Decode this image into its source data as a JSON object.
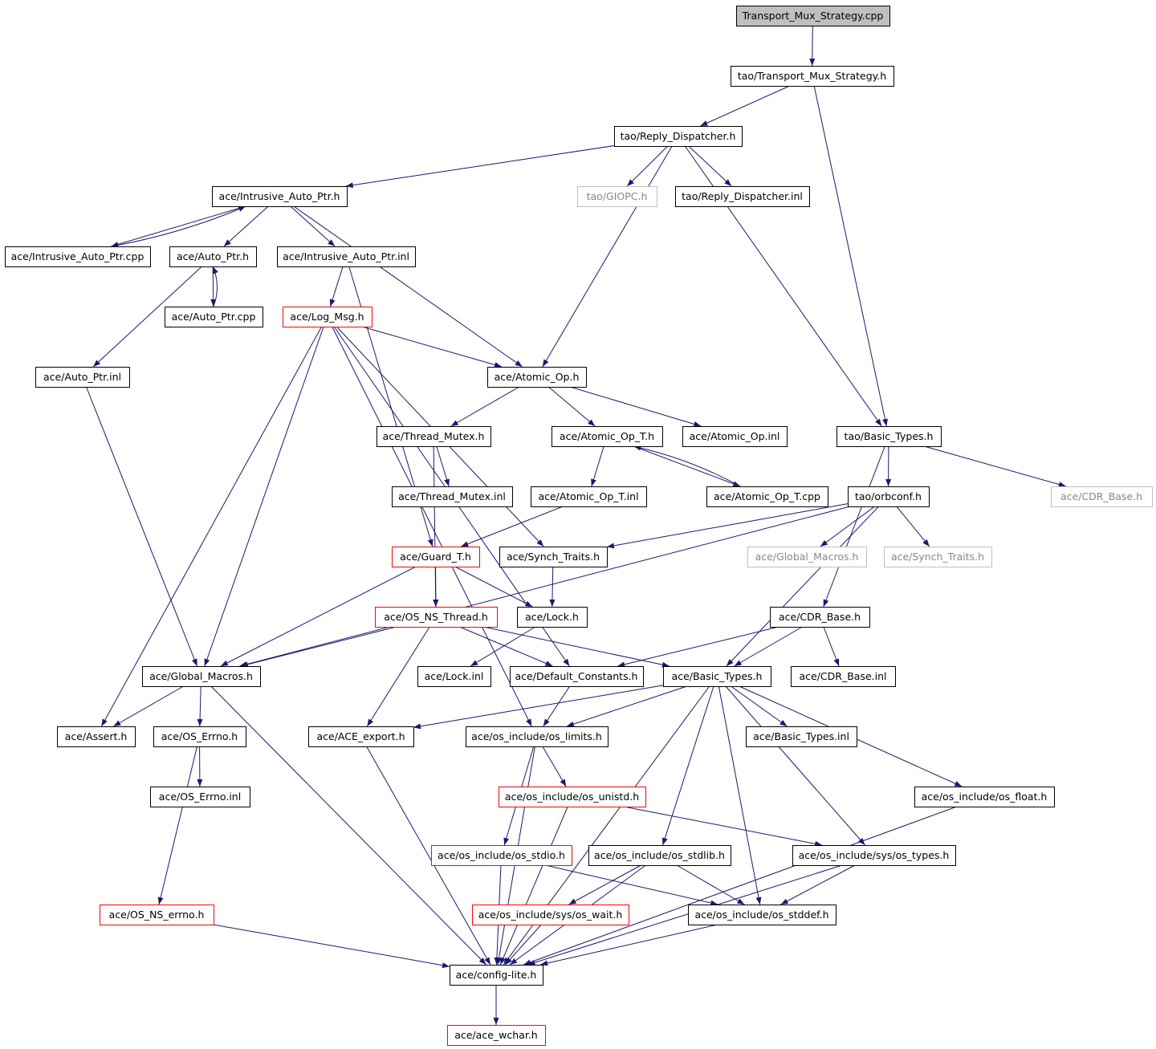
{
  "graph": {
    "colors": {
      "edge": "#191970",
      "root_fill": "#bfbfbf",
      "red_border": "#ff0000",
      "gray_border": "#bfbfbf"
    },
    "nodes": [
      {
        "id": "root",
        "label": "Transport_Mux_Strategy.cpp",
        "style": "root"
      },
      {
        "id": "tms",
        "label": "tao/Transport_Mux_Strategy.h",
        "style": "normal"
      },
      {
        "id": "rd",
        "label": "tao/Reply_Dispatcher.h",
        "style": "normal"
      },
      {
        "id": "iap",
        "label": "ace/Intrusive_Auto_Ptr.h",
        "style": "normal"
      },
      {
        "id": "giopc",
        "label": "tao/GIOPC.h",
        "style": "gray"
      },
      {
        "id": "rdi",
        "label": "tao/Reply_Dispatcher.inl",
        "style": "normal"
      },
      {
        "id": "iapcpp",
        "label": "ace/Intrusive_Auto_Ptr.cpp",
        "style": "normal"
      },
      {
        "id": "ap",
        "label": "ace/Auto_Ptr.h",
        "style": "normal"
      },
      {
        "id": "iapinl",
        "label": "ace/Intrusive_Auto_Ptr.inl",
        "style": "normal"
      },
      {
        "id": "apcpp",
        "label": "ace/Auto_Ptr.cpp",
        "style": "normal"
      },
      {
        "id": "logmsg",
        "label": "ace/Log_Msg.h",
        "style": "red"
      },
      {
        "id": "apinl",
        "label": "ace/Auto_Ptr.inl",
        "style": "normal"
      },
      {
        "id": "atomic",
        "label": "ace/Atomic_Op.h",
        "style": "normal"
      },
      {
        "id": "tmutex",
        "label": "ace/Thread_Mutex.h",
        "style": "normal"
      },
      {
        "id": "atomict",
        "label": "ace/Atomic_Op_T.h",
        "style": "normal"
      },
      {
        "id": "atomicinl",
        "label": "ace/Atomic_Op.inl",
        "style": "normal"
      },
      {
        "id": "tbt",
        "label": "tao/Basic_Types.h",
        "style": "normal"
      },
      {
        "id": "tmutexinl",
        "label": "ace/Thread_Mutex.inl",
        "style": "normal"
      },
      {
        "id": "atomictinl",
        "label": "ace/Atomic_Op_T.inl",
        "style": "normal"
      },
      {
        "id": "atomictcpp",
        "label": "ace/Atomic_Op_T.cpp",
        "style": "normal"
      },
      {
        "id": "orbconf",
        "label": "tao/orbconf.h",
        "style": "normal"
      },
      {
        "id": "tcdrb",
        "label": "ace/CDR_Base.h",
        "style": "gray"
      },
      {
        "id": "guard",
        "label": "ace/Guard_T.h",
        "style": "red"
      },
      {
        "id": "synch",
        "label": "ace/Synch_Traits.h",
        "style": "normal"
      },
      {
        "id": "gmgray",
        "label": "ace/Global_Macros.h",
        "style": "gray"
      },
      {
        "id": "synchgray",
        "label": "ace/Synch_Traits.h",
        "style": "gray"
      },
      {
        "id": "osnsthread",
        "label": "ace/OS_NS_Thread.h",
        "style": "red"
      },
      {
        "id": "lock",
        "label": "ace/Lock.h",
        "style": "normal"
      },
      {
        "id": "cdrb",
        "label": "ace/CDR_Base.h",
        "style": "normal"
      },
      {
        "id": "gm",
        "label": "ace/Global_Macros.h",
        "style": "normal"
      },
      {
        "id": "lockinl",
        "label": "ace/Lock.inl",
        "style": "normal"
      },
      {
        "id": "defconst",
        "label": "ace/Default_Constants.h",
        "style": "normal"
      },
      {
        "id": "abt",
        "label": "ace/Basic_Types.h",
        "style": "normal"
      },
      {
        "id": "cdrbinl",
        "label": "ace/CDR_Base.inl",
        "style": "normal"
      },
      {
        "id": "assert",
        "label": "ace/Assert.h",
        "style": "normal"
      },
      {
        "id": "oserrno",
        "label": "ace/OS_Errno.h",
        "style": "normal"
      },
      {
        "id": "aceexport",
        "label": "ace/ACE_export.h",
        "style": "normal"
      },
      {
        "id": "oslimits",
        "label": "ace/os_include/os_limits.h",
        "style": "normal"
      },
      {
        "id": "abtinl",
        "label": "ace/Basic_Types.inl",
        "style": "normal"
      },
      {
        "id": "oserrnoinl",
        "label": "ace/OS_Errno.inl",
        "style": "normal"
      },
      {
        "id": "osunistd",
        "label": "ace/os_include/os_unistd.h",
        "style": "red"
      },
      {
        "id": "osfloat",
        "label": "ace/os_include/os_float.h",
        "style": "normal"
      },
      {
        "id": "osstdio",
        "label": "ace/os_include/os_stdio.h",
        "style": "red"
      },
      {
        "id": "osstdlib",
        "label": "ace/os_include/os_stdlib.h",
        "style": "normal"
      },
      {
        "id": "ostypes",
        "label": "ace/os_include/sys/os_types.h",
        "style": "normal"
      },
      {
        "id": "osnserrno",
        "label": "ace/OS_NS_errno.h",
        "style": "red"
      },
      {
        "id": "oswait",
        "label": "ace/os_include/sys/os_wait.h",
        "style": "red"
      },
      {
        "id": "osstddef",
        "label": "ace/os_include/os_stddef.h",
        "style": "normal"
      },
      {
        "id": "configlite",
        "label": "ace/config-lite.h",
        "style": "normal"
      },
      {
        "id": "wchar",
        "label": "ace/ace_wchar.h",
        "style": "red"
      }
    ],
    "edges": [
      [
        "root",
        "tms"
      ],
      [
        "tms",
        "rd"
      ],
      [
        "tms",
        "tbt"
      ],
      [
        "rd",
        "iap"
      ],
      [
        "rd",
        "giopc"
      ],
      [
        "rd",
        "rdi"
      ],
      [
        "rd",
        "atomic"
      ],
      [
        "rd",
        "tbt"
      ],
      [
        "iap",
        "iapcpp"
      ],
      [
        "iapcpp",
        "iap"
      ],
      [
        "iap",
        "ap"
      ],
      [
        "iap",
        "iapinl"
      ],
      [
        "iap",
        "atomic"
      ],
      [
        "ap",
        "apcpp"
      ],
      [
        "apcpp",
        "ap"
      ],
      [
        "ap",
        "apinl"
      ],
      [
        "iapinl",
        "logmsg"
      ],
      [
        "iapinl",
        "guard"
      ],
      [
        "apinl",
        "gm"
      ],
      [
        "logmsg",
        "atomic"
      ],
      [
        "logmsg",
        "synch"
      ],
      [
        "logmsg",
        "defconst"
      ],
      [
        "logmsg",
        "oslimits"
      ],
      [
        "logmsg",
        "assert"
      ],
      [
        "logmsg",
        "gm"
      ],
      [
        "atomic",
        "tmutex"
      ],
      [
        "atomic",
        "atomict"
      ],
      [
        "atomic",
        "atomicinl"
      ],
      [
        "tmutex",
        "tmutexinl"
      ],
      [
        "tmutex",
        "osnsthread"
      ],
      [
        "atomict",
        "atomictinl"
      ],
      [
        "atomict",
        "atomictcpp"
      ],
      [
        "atomictcpp",
        "atomict"
      ],
      [
        "atomictinl",
        "guard"
      ],
      [
        "tbt",
        "orbconf"
      ],
      [
        "tbt",
        "tcdrb"
      ],
      [
        "tbt",
        "cdrb"
      ],
      [
        "orbconf",
        "synch"
      ],
      [
        "orbconf",
        "gmgray"
      ],
      [
        "orbconf",
        "synchgray"
      ],
      [
        "orbconf",
        "gm"
      ],
      [
        "orbconf",
        "abt"
      ],
      [
        "guard",
        "osnsthread"
      ],
      [
        "guard",
        "lock"
      ],
      [
        "guard",
        "gm"
      ],
      [
        "synch",
        "lock"
      ],
      [
        "lock",
        "lockinl"
      ],
      [
        "osnsthread",
        "gm"
      ],
      [
        "osnsthread",
        "defconst"
      ],
      [
        "osnsthread",
        "abt"
      ],
      [
        "osnsthread",
        "aceexport"
      ],
      [
        "cdrb",
        "defconst"
      ],
      [
        "cdrb",
        "abt"
      ],
      [
        "cdrb",
        "cdrbinl"
      ],
      [
        "gm",
        "assert"
      ],
      [
        "gm",
        "oserrno"
      ],
      [
        "gm",
        "configlite"
      ],
      [
        "defconst",
        "oslimits"
      ],
      [
        "abt",
        "aceexport"
      ],
      [
        "abt",
        "oslimits"
      ],
      [
        "abt",
        "abtinl"
      ],
      [
        "abt",
        "osfloat"
      ],
      [
        "abt",
        "ostypes"
      ],
      [
        "abt",
        "osstdlib"
      ],
      [
        "abt",
        "osstddef"
      ],
      [
        "abt",
        "configlite"
      ],
      [
        "oserrno",
        "oserrnoinl"
      ],
      [
        "oserrno",
        "osnserrno"
      ],
      [
        "aceexport",
        "configlite"
      ],
      [
        "oslimits",
        "osunistd"
      ],
      [
        "oslimits",
        "osstdio"
      ],
      [
        "oslimits",
        "configlite"
      ],
      [
        "osunistd",
        "ostypes"
      ],
      [
        "osunistd",
        "configlite"
      ],
      [
        "osfloat",
        "configlite"
      ],
      [
        "osstdio",
        "osstddef"
      ],
      [
        "osstdio",
        "configlite"
      ],
      [
        "osstdlib",
        "oswait"
      ],
      [
        "osstdlib",
        "osstddef"
      ],
      [
        "osstdlib",
        "configlite"
      ],
      [
        "ostypes",
        "osstddef"
      ],
      [
        "ostypes",
        "configlite"
      ],
      [
        "osnserrno",
        "configlite"
      ],
      [
        "oswait",
        "configlite"
      ],
      [
        "osstddef",
        "configlite"
      ],
      [
        "configlite",
        "wchar"
      ]
    ]
  }
}
